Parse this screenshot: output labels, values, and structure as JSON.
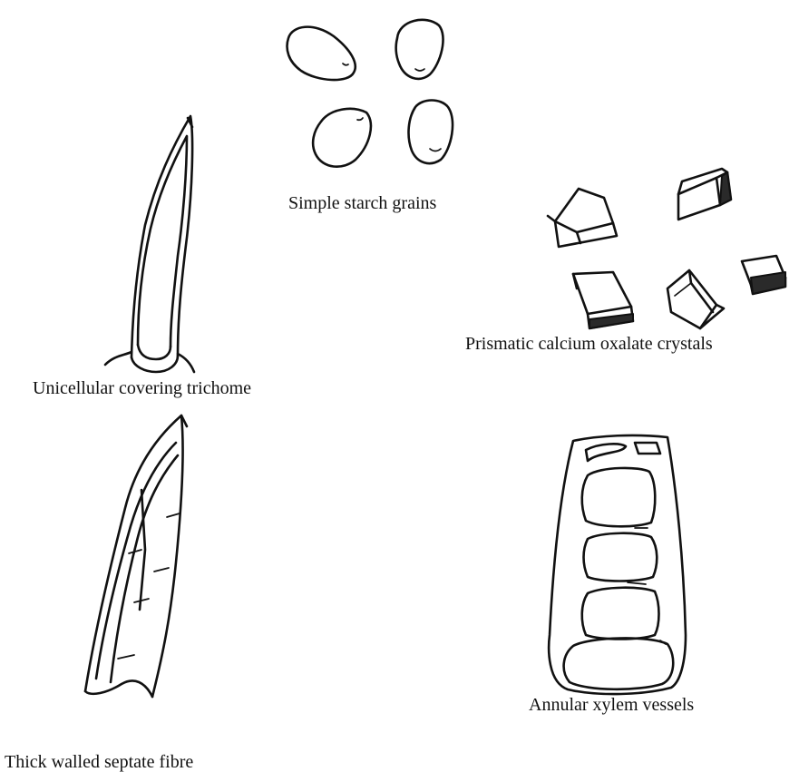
{
  "labels": {
    "starch": "Simple starch grains",
    "crystals": "Prismatic calcium oxalate crystals",
    "trichome": "Unicellular covering trichome",
    "fibre": "Thick walled septate fibre",
    "xylem": "Annular xylem vessels"
  },
  "colors": {
    "ink": "#111111",
    "background": "#ffffff"
  }
}
